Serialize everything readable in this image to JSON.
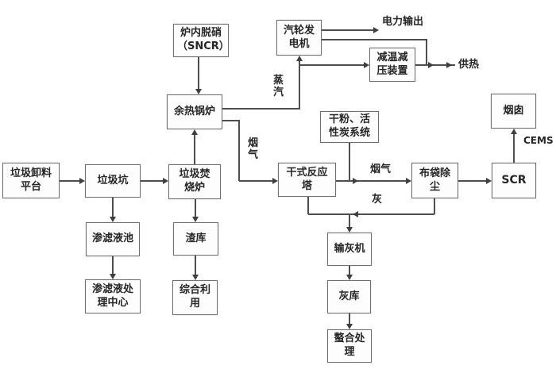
{
  "diagram": {
    "type": "flowchart",
    "colors": {
      "background": "#ffffff",
      "line": "#4e4e4e",
      "node_border": "#6f6f6f",
      "node_fill": "#fdfdfd",
      "text": "#262626"
    },
    "nodes": {
      "sncr": {
        "label": "炉内脱硝（SNCR）"
      },
      "boiler": {
        "label": "余热锅炉"
      },
      "turbine": {
        "label": "汽轮发电机"
      },
      "pressure_reducer": {
        "label": "减温减压装置"
      },
      "unload_platform": {
        "label": "垃圾卸料平台"
      },
      "waste_pit": {
        "label": "垃圾坑"
      },
      "incinerator": {
        "label": "垃圾焚烧炉"
      },
      "leachate_pool": {
        "label": "渗滤液池"
      },
      "leachate_center": {
        "label": "渗滤液处理中心"
      },
      "slag_store": {
        "label": "渣库"
      },
      "comprehensive_use": {
        "label": "综合利用"
      },
      "powder_carbon": {
        "label": "干粉、活性炭系统"
      },
      "dry_tower": {
        "label": "干式反应塔"
      },
      "baghouse": {
        "label": "布袋除尘"
      },
      "scr": {
        "label": "SCR"
      },
      "chimney": {
        "label": "烟囱"
      },
      "ash_conveyor": {
        "label": "输灰机"
      },
      "ash_store": {
        "label": "灰库"
      },
      "chelation": {
        "label": "螯合处理"
      }
    },
    "labels": {
      "power_output": "电力输出",
      "heat_supply": "供热",
      "steam": "蒸汽",
      "flue_gas_boiler": "烟气",
      "flue_gas_duct": "烟气",
      "ash": "灰",
      "cems": "CEMS"
    },
    "edges": [
      {
        "from": "unload_platform",
        "to": "waste_pit"
      },
      {
        "from": "waste_pit",
        "to": "incinerator"
      },
      {
        "from": "waste_pit",
        "to": "leachate_pool"
      },
      {
        "from": "leachate_pool",
        "to": "leachate_center"
      },
      {
        "from": "incinerator",
        "to": "slag_store"
      },
      {
        "from": "slag_store",
        "to": "comprehensive_use"
      },
      {
        "from": "incinerator",
        "to": "boiler"
      },
      {
        "from": "sncr",
        "to": "boiler"
      },
      {
        "from": "boiler",
        "to": "turbine",
        "label": "蒸汽"
      },
      {
        "from": "boiler",
        "to": "pressure_reducer",
        "label": "蒸汽"
      },
      {
        "from": "turbine",
        "to": "power_output_label",
        "label": "电力输出"
      },
      {
        "from": "turbine",
        "to": "heat_supply_label"
      },
      {
        "from": "pressure_reducer",
        "to": "heat_supply_label",
        "label": "供热"
      },
      {
        "from": "boiler",
        "to": "dry_tower",
        "label": "烟气"
      },
      {
        "from": "powder_carbon",
        "to": "flue_duct_junction"
      },
      {
        "from": "dry_tower",
        "to": "baghouse",
        "label": "烟气"
      },
      {
        "from": "baghouse",
        "to": "scr"
      },
      {
        "from": "scr",
        "to": "chimney",
        "label": "CEMS"
      },
      {
        "from": "dry_tower",
        "to": "ash_conveyor",
        "label": "灰"
      },
      {
        "from": "baghouse",
        "to": "ash_conveyor",
        "label": "灰"
      },
      {
        "from": "ash_conveyor",
        "to": "ash_store"
      },
      {
        "from": "ash_store",
        "to": "chelation"
      }
    ]
  }
}
